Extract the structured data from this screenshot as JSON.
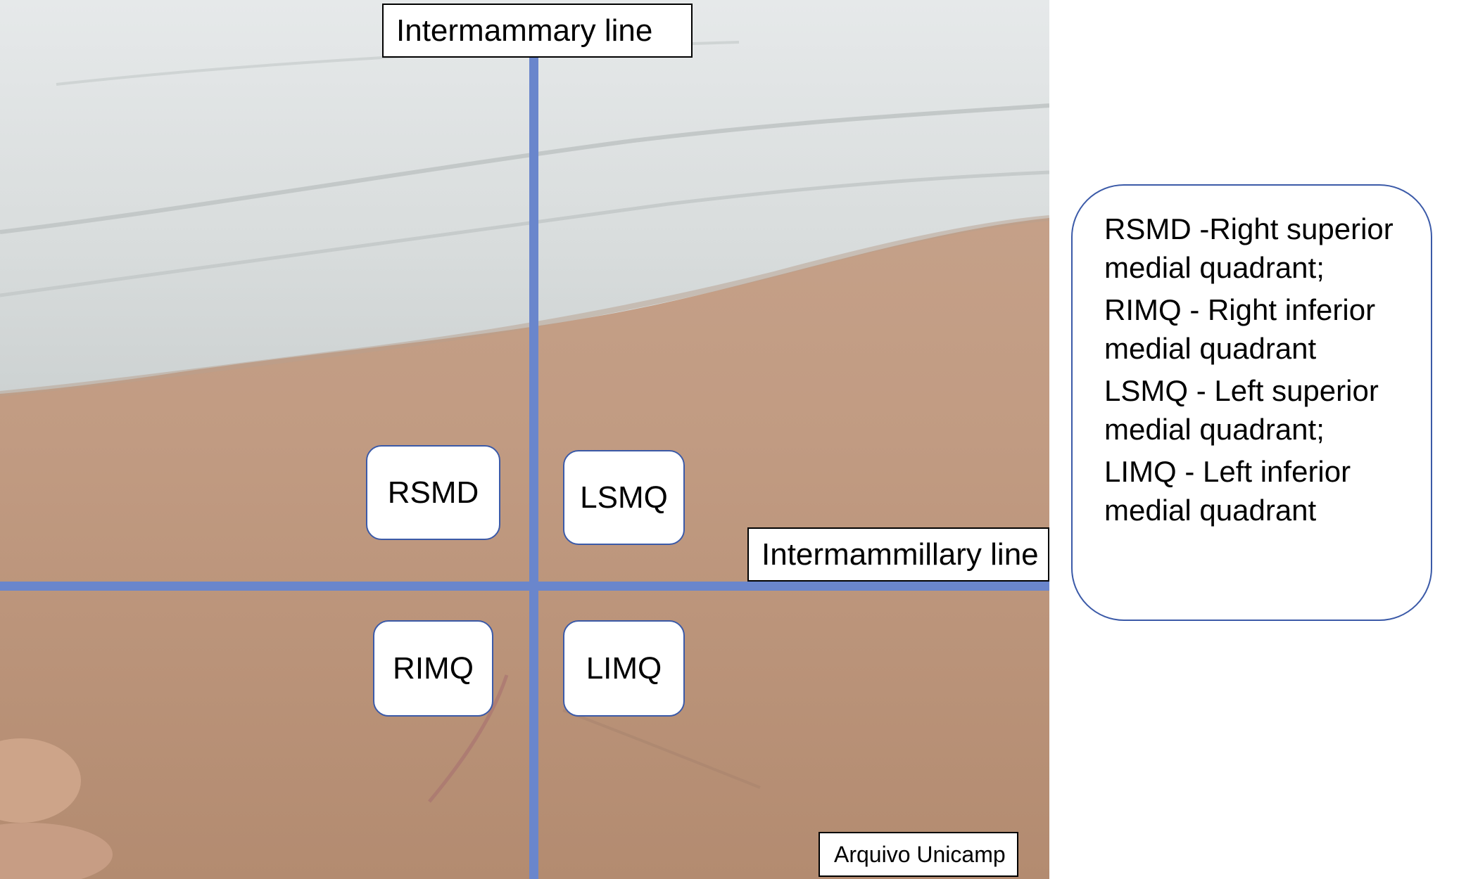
{
  "labels": {
    "intermammary_line": "Intermammary line",
    "intermammillary_line": "Intermammillary line",
    "watermark": "Arquivo Unicamp"
  },
  "quadrants": {
    "rsmd": "RSMD",
    "lsmq": "LSMQ",
    "rimq": "RIMQ",
    "limq": "LIMQ"
  },
  "legend": {
    "items": [
      "RSMD -Right superior medial quadrant;",
      "RIMQ - Right inferior medial quadrant",
      "LSMQ - Left superior medial quadrant;",
      "LIMQ - Left inferior medial quadrant"
    ]
  },
  "colors": {
    "guide_line": "#6a86cc",
    "box_border": "#3b5aa8",
    "sheet": "#dfe3e4",
    "skin": "#c29c83"
  }
}
